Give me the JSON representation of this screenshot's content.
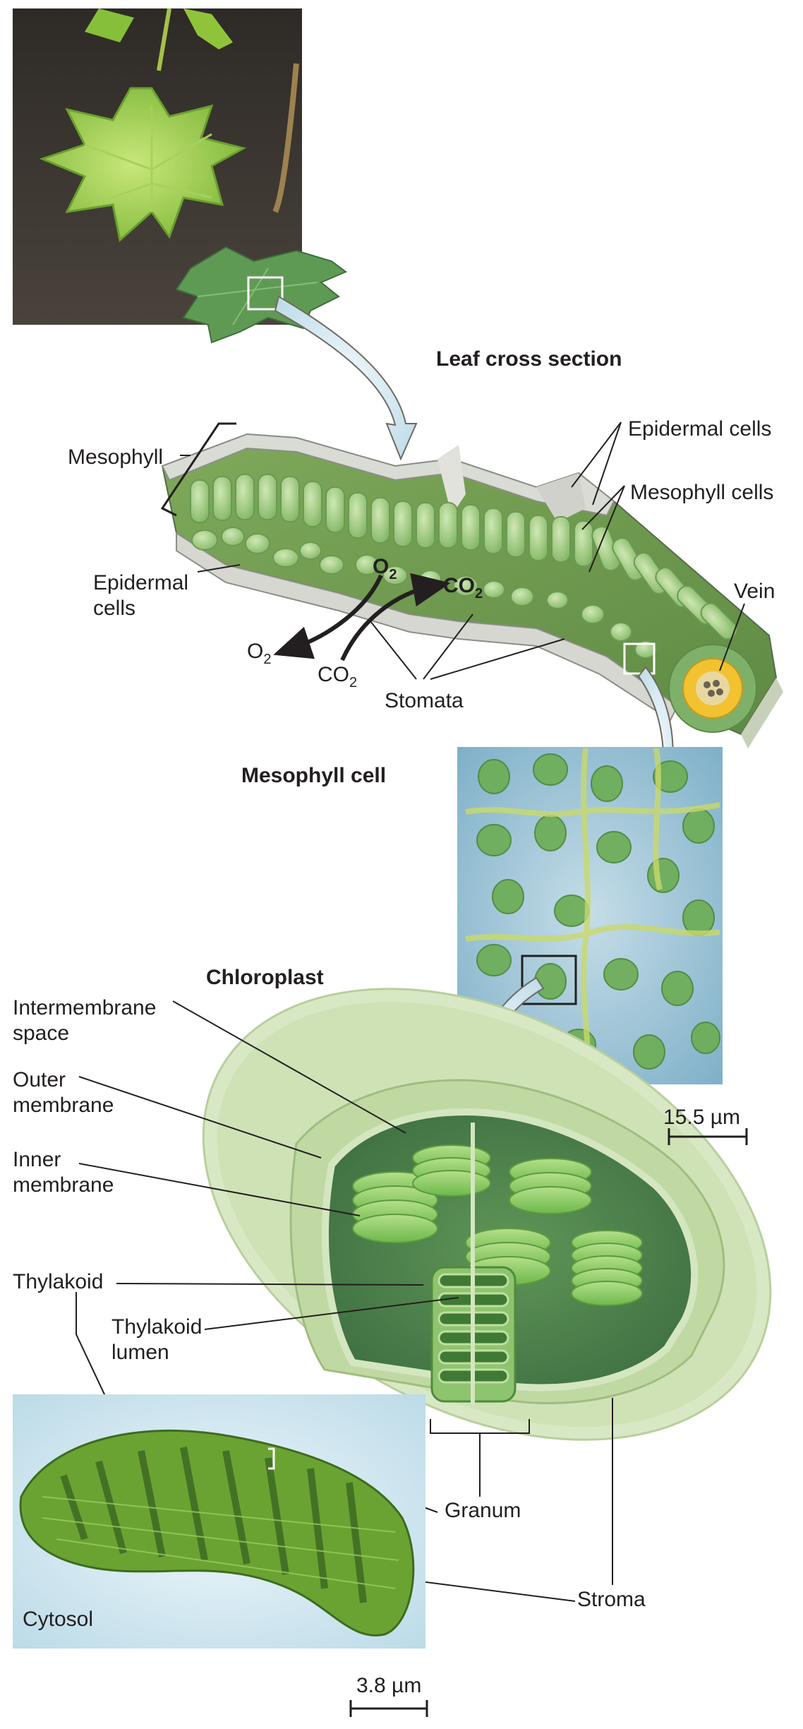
{
  "titles": {
    "leaf_cross_section": "Leaf cross section",
    "mesophyll_cell": "Mesophyll cell",
    "chloroplast": "Chloroplast"
  },
  "leaf_labels": {
    "mesophyll": "Mesophyll",
    "epidermal_cells_left": "Epidermal cells",
    "epidermal_cells_right": "Epidermal cells",
    "mesophyll_cells": "Mesophyll cells",
    "vein": "Vein",
    "stomata": "Stomata",
    "o2_in": "O",
    "o2_in_sub": "2",
    "co2_in": "CO",
    "co2_in_sub": "2",
    "o2_out": "O",
    "o2_out_sub": "2",
    "co2_out": "CO",
    "co2_out_sub": "2"
  },
  "chloroplast_labels": {
    "intermembrane_space": "Intermembrane space",
    "outer_membrane": "Outer membrane",
    "inner_membrane": "Inner membrane",
    "thylakoid": "Thylakoid",
    "thylakoid_lumen": "Thylakoid lumen",
    "granum": "Granum",
    "stroma": "Stroma",
    "cytosol": "Cytosol"
  },
  "scale_bars": {
    "mesophyll_photo": "15.5 µm",
    "chloroplast_micrograph": "3.8 µm"
  },
  "colors": {
    "leaf_green": "#8fc34a",
    "chloroplast_green": "#b9d69a",
    "dark_green": "#4d7c3a",
    "photo_blue": "#b9d4e6",
    "arrow_fill": "#d9d4c7"
  }
}
